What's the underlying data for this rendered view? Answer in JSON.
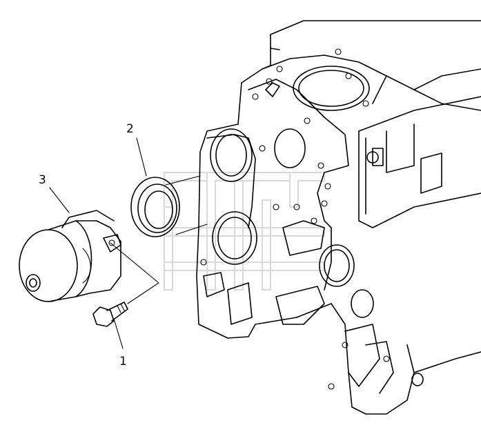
{
  "diagram": {
    "callouts": [
      {
        "id": "bolt",
        "label": "1"
      },
      {
        "id": "seal-ring",
        "label": "2"
      },
      {
        "id": "water-pump",
        "label": "3"
      }
    ],
    "colors": {
      "line": "#000000",
      "background": "#ffffff",
      "watermark": "#d9d9d9"
    }
  }
}
